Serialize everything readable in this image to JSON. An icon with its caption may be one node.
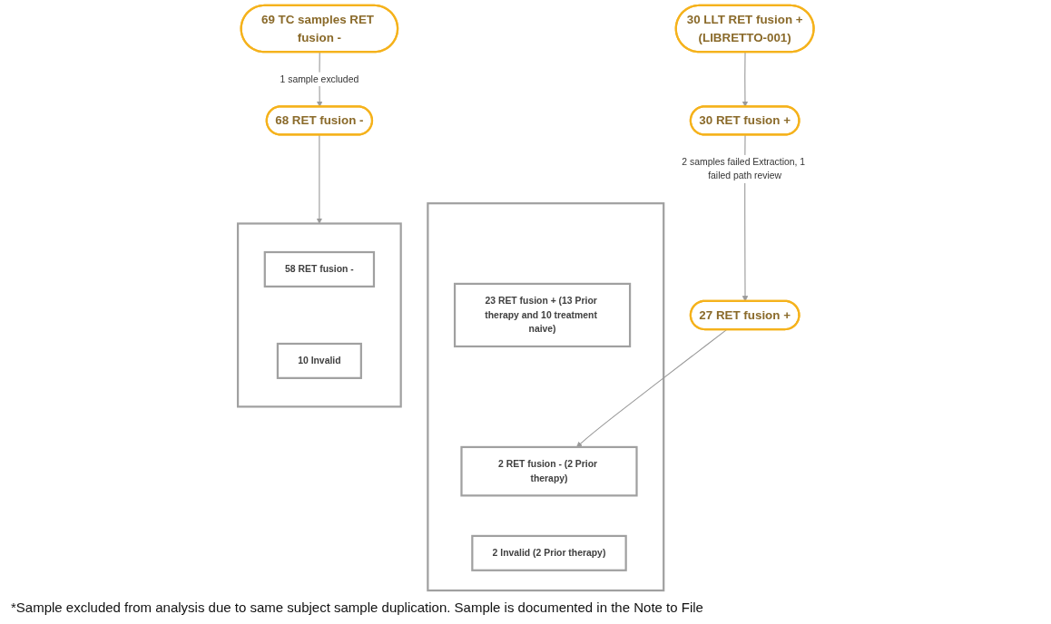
{
  "diagram": {
    "caption": "*Sample excluded from analysis due to same subject sample duplication. Sample is documented in the Note to File",
    "nodes": [
      {
        "text": [
          "30 LLT RET fusion +",
          "(LIBRETTO-001)"
        ]
      },
      {
        "text": [
          "30 RET fusion +"
        ]
      },
      {
        "text": [
          "27 RET fusion +"
        ]
      },
      {
        "text": [],
        "shape": "box"
      },
      {
        "text": [
          "23 RET fusion + (13 Prior therapy and 10 treatment naive)"
        ],
        "in": 3
      },
      {
        "text": [
          "2 RET fusion - (2 Prior therapy)"
        ],
        "in": 3
      },
      {
        "text": [
          "2 Invalid (2 Prior therapy)"
        ],
        "in": 3
      },
      {
        "text": [
          "69 TC samples RET fusion -"
        ]
      },
      {
        "text": [
          "68 RET fusion -"
        ]
      },
      {
        "text": [],
        "shape": "box"
      },
      {
        "text": [
          "58 RET fusion -"
        ],
        "in": 9
      },
      {
        "text": [
          "10 Invalid"
        ],
        "in": 9
      }
    ],
    "edges": [
      {
        "from": 0,
        "to": 1,
        "arrow": "to"
      },
      {
        "from": 1,
        "to": 2,
        "arrow": "to",
        "label": "2 samples failed Extraction, 1 failed path review"
      },
      {
        "from": 2,
        "to": 5,
        "arrow": "to"
      },
      {
        "from": 7,
        "to": 8,
        "arrow": "to",
        "label": "1 sample excluded"
      },
      {
        "from": 8,
        "to": 9,
        "arrow": "to"
      }
    ]
  }
}
